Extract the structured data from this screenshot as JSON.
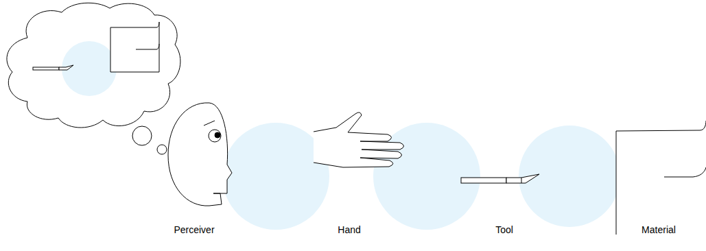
{
  "diagram": {
    "labels": [
      "Perceiver",
      "Hand",
      "Tool",
      "Material"
    ]
  }
}
